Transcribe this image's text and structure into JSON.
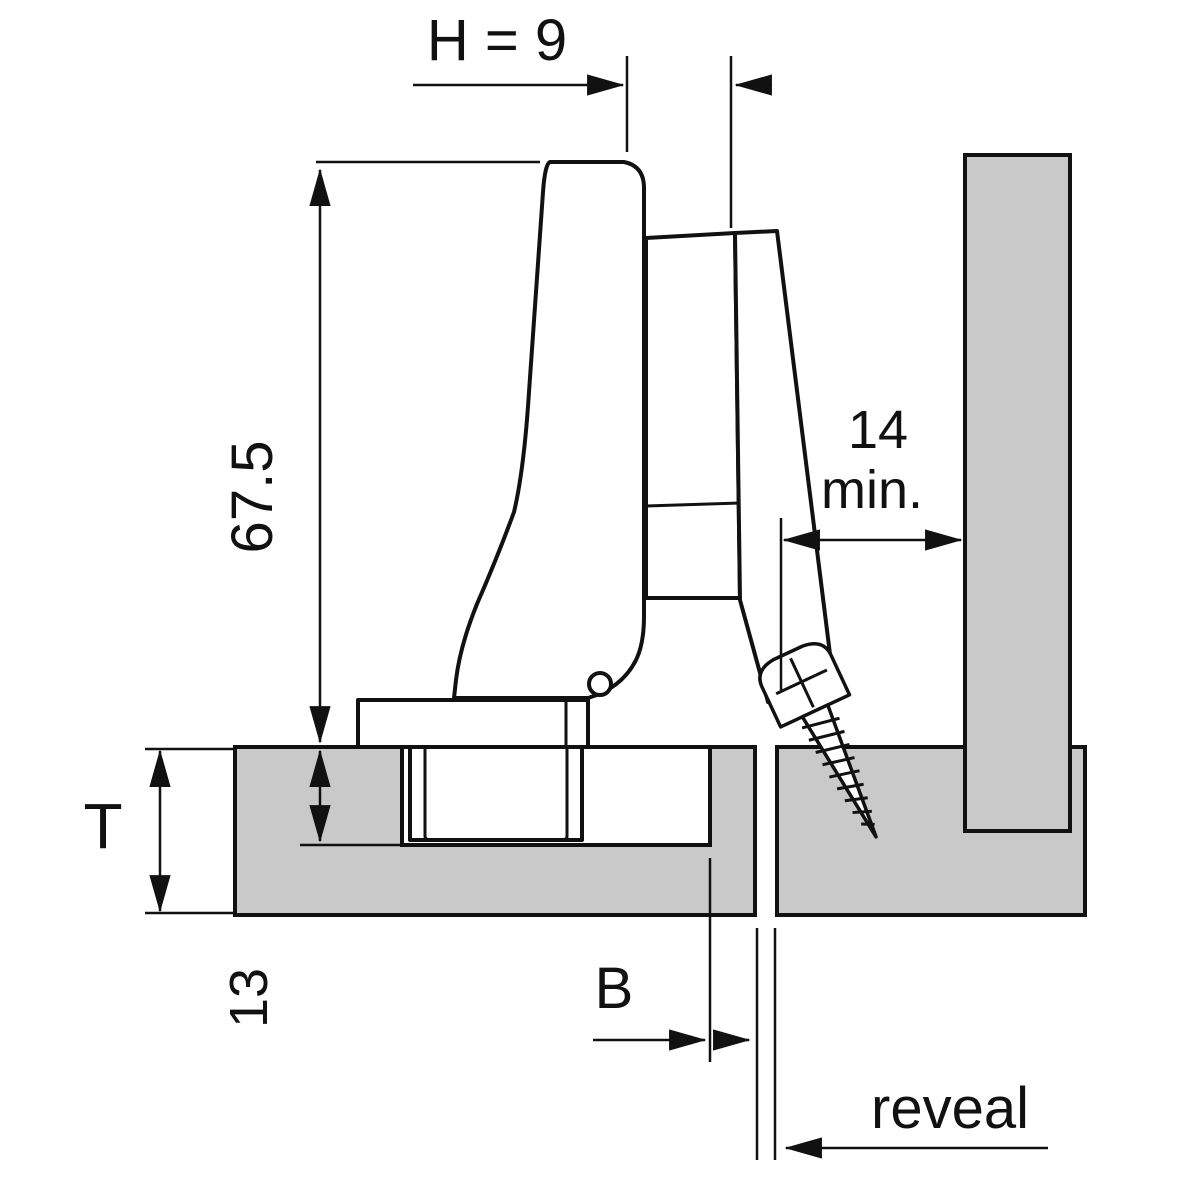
{
  "page": {
    "background": "#ffffff"
  },
  "diagram": {
    "type": "technical-drawing",
    "subject": "concealed cabinet hinge cross-section with mounting dimensions",
    "colors": {
      "panel_fill": "#c9c9c9",
      "part_fill": "#ffffff",
      "line": "#111111"
    },
    "labels": {
      "boss_height": "H = 9",
      "arm_height": "67.5",
      "min_clearance_value": "14",
      "min_clearance_unit": "min.",
      "panel_thickness": "T",
      "drilling_depth": "13",
      "bore_distance": "B",
      "reveal": "reveal"
    }
  }
}
